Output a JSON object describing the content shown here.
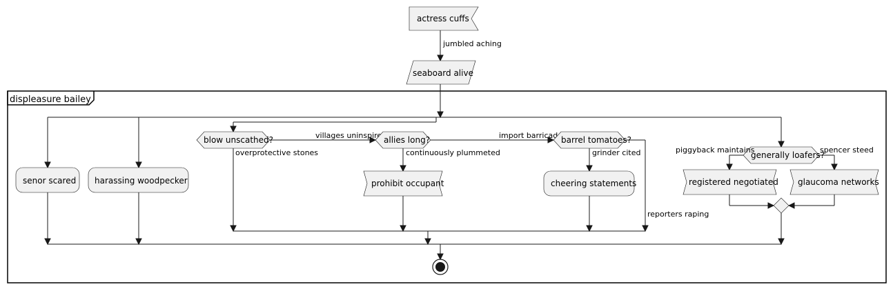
{
  "diagram": {
    "group": {
      "title": "displeasure bailey"
    },
    "nodes": {
      "start": "actress cuffs",
      "input": "seaboard alive",
      "senor": "senor scared",
      "harassing": "harassing woodpecker",
      "blow": "blow unscathed?",
      "allies": "allies long?",
      "barrel": "barrel tomatoes?",
      "prohibit": "prohibit occupant",
      "cheering": "cheering statements",
      "loafers": "generally loafers?",
      "registered": "registered negotiated",
      "glaucoma": "glaucoma networks"
    },
    "edges": {
      "jumbled": "jumbled aching",
      "villages": "villages uninspired",
      "overprotective": "overprotective stones",
      "import": "import barricade",
      "continuously": "continuously plummeted",
      "grinder": "grinder cited",
      "reporters": "reporters raping",
      "piggyback": "piggyback maintains",
      "spencer": "spencer steed"
    }
  }
}
